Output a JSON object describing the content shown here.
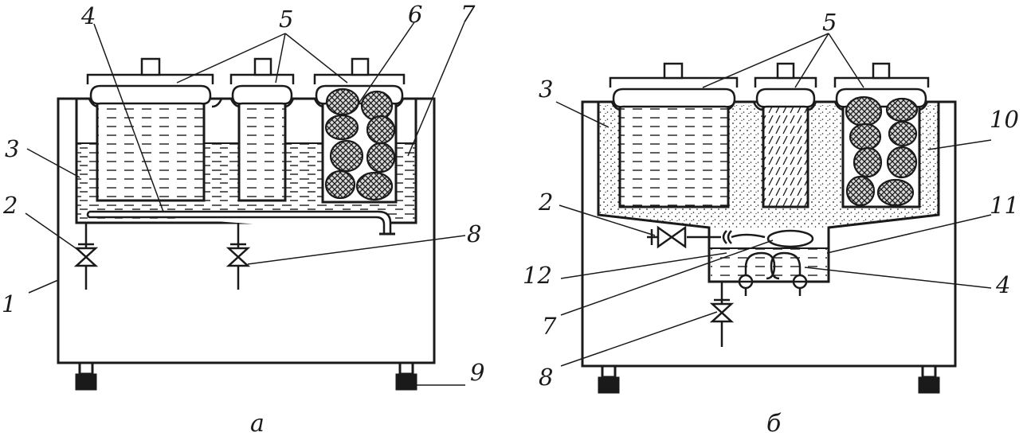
{
  "figure_a": {
    "caption": "а",
    "labels": {
      "n1": "1",
      "n2": "2",
      "n3": "3",
      "n4": "4",
      "n5": "5",
      "n6": "6",
      "n7": "7",
      "n8": "8",
      "n9": "9"
    }
  },
  "figure_b": {
    "caption": "б",
    "labels": {
      "n2": "2",
      "n3": "3",
      "n4": "4",
      "n5": "5",
      "n7": "7",
      "n8": "8",
      "n10": "10",
      "n11": "11",
      "n12": "12"
    }
  },
  "colors": {
    "ink": "#1a1a1a",
    "paper": "#ffffff"
  }
}
